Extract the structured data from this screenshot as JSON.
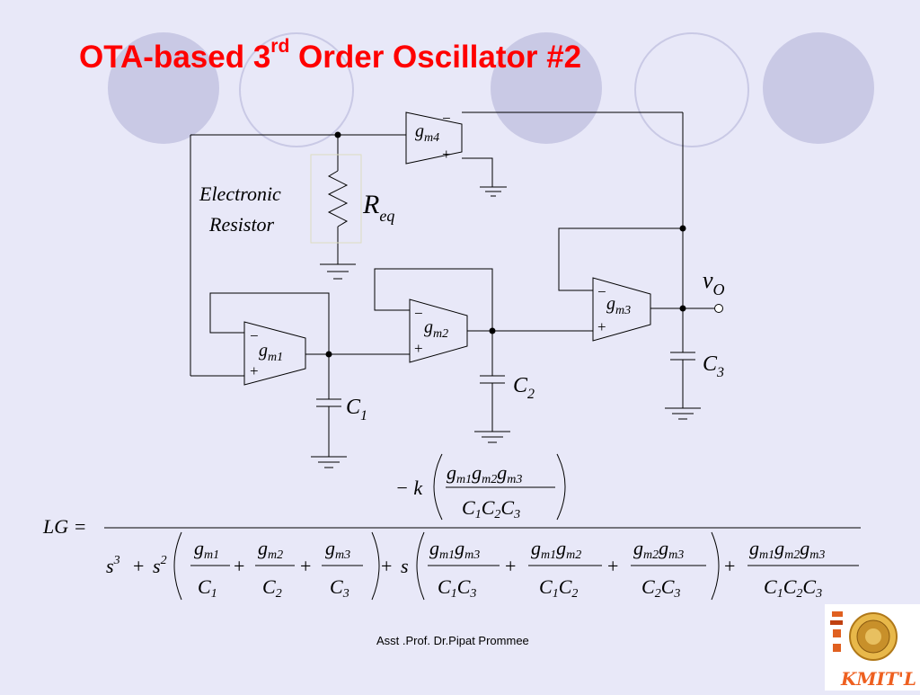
{
  "slide": {
    "title_main": "OTA-based 3",
    "title_sup": "rd",
    "title_rest": " Order Oscillator #2",
    "footer": "Asst .Prof. Dr.Pipat Prommee",
    "logo_text": "KMIT'L"
  },
  "colors": {
    "background": "#e8e8f8",
    "circle_fill": "#c9c9e5",
    "title": "#ff0000",
    "wire": "#000000"
  },
  "circuit": {
    "electronic_resistor_line1": "Electronic",
    "electronic_resistor_line2": "Resistor",
    "R": "R",
    "R_sub": "eq",
    "g": "g",
    "gm1_sub": "m1",
    "gm2_sub": "m2",
    "gm3_sub": "m3",
    "gm4_sub": "m4",
    "C": "C",
    "C1_sub": "1",
    "C2_sub": "2",
    "C3_sub": "3",
    "v": "v",
    "vo_sub": "O",
    "minus": "−",
    "plus": "+"
  },
  "equation": {
    "lhs": "LG =",
    "k_term": "− k",
    "s": "s",
    "exp3": "3",
    "exp2": "2",
    "op_plus": "+",
    "g": "g",
    "C": "C",
    "m1": "m1",
    "m2": "m2",
    "m3": "m3",
    "sub1": "1",
    "sub2": "2",
    "sub3": "3"
  }
}
